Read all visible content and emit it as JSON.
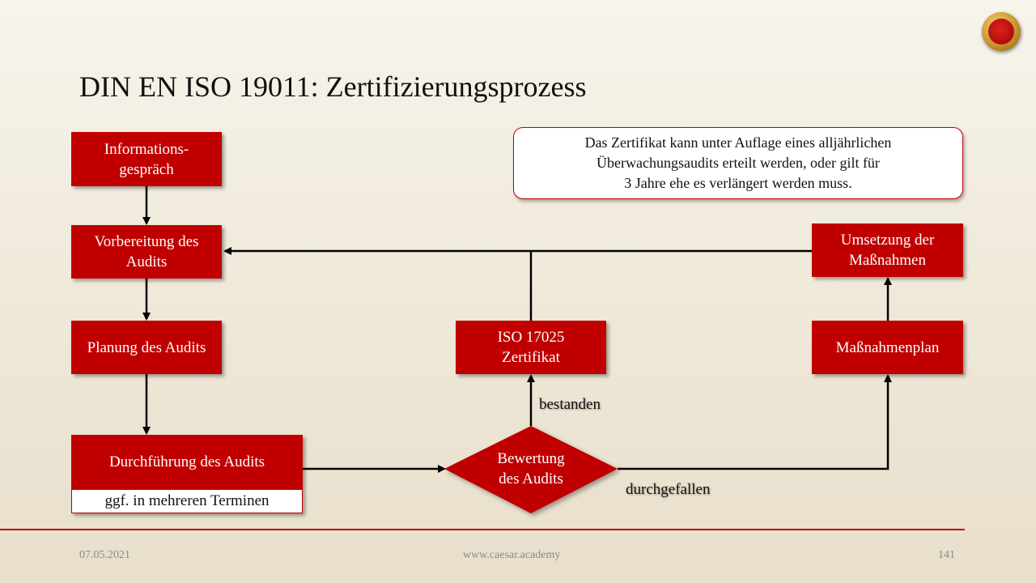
{
  "title": "DIN EN ISO 19011: Zertifizierungsprozess",
  "logo": {
    "icon": "caesar-academy-laurel-icon"
  },
  "boxes": {
    "informationsgespraech": "Informations-\ngespräch",
    "vorbereitung": "Vorbereitung des\nAudits",
    "planung": "Planung des Audits",
    "durchfuehrung": "Durchführung des Audits",
    "durchfuehrung_note": "ggf. in mehreren Terminen",
    "bewertung": "Bewertung\ndes Audits",
    "iso_zertifikat": "ISO 17025\nZertifikat",
    "massnahmenplan": "Maßnahmenplan",
    "umsetzung": "Umsetzung der\nMaßnahmen"
  },
  "note": "Das Zertifikat kann unter Auflage eines alljährlichen\nÜberwachungsaudits erteilt werden, oder gilt für\n3 Jahre ehe es verlängert werden muss.",
  "edge_labels": {
    "passed": "bestanden",
    "failed": "durchgefallen"
  },
  "footer": {
    "date": "07.05.2021",
    "website": "www.caesar.academy",
    "page": "141"
  },
  "colors": {
    "accent": "#c00000",
    "arrow": "#000000"
  }
}
